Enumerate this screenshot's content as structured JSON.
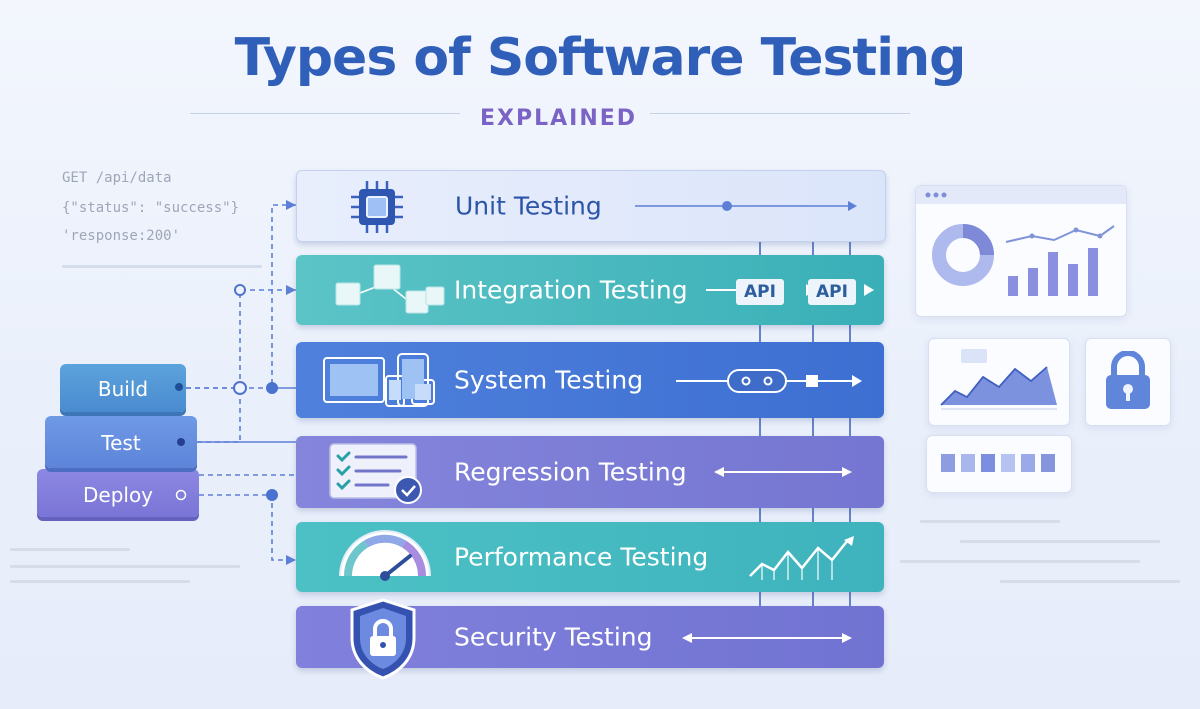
{
  "title": "Types of Software Testing",
  "subtitle": "EXPLAINED",
  "code_snippet": {
    "line1": "GET /api/data",
    "line2": "{\"status\": \"success\"}",
    "line3": "'response:200'"
  },
  "testing_types": [
    {
      "label": "Unit Testing",
      "icon": "cpu-chip-icon"
    },
    {
      "label": "Integration Testing",
      "icon": "connected-cubes-icon",
      "chips": [
        "API",
        "API"
      ]
    },
    {
      "label": "System Testing",
      "icon": "devices-icon"
    },
    {
      "label": "Regression Testing",
      "icon": "checklist-icon"
    },
    {
      "label": "Performance Testing",
      "icon": "speedometer-icon"
    },
    {
      "label": "Security Testing",
      "icon": "shield-lock-icon"
    }
  ],
  "pipeline": [
    "Build",
    "Test",
    "Deploy"
  ],
  "colors": {
    "title": "#2f5fb8",
    "subtitle": "#7b63c6",
    "unit": "#e3ebfb",
    "integration": "#4bbac0",
    "system": "#4677d7",
    "regression": "#7d7dd6",
    "performance": "#45b9c1",
    "security": "#7a79d7"
  }
}
